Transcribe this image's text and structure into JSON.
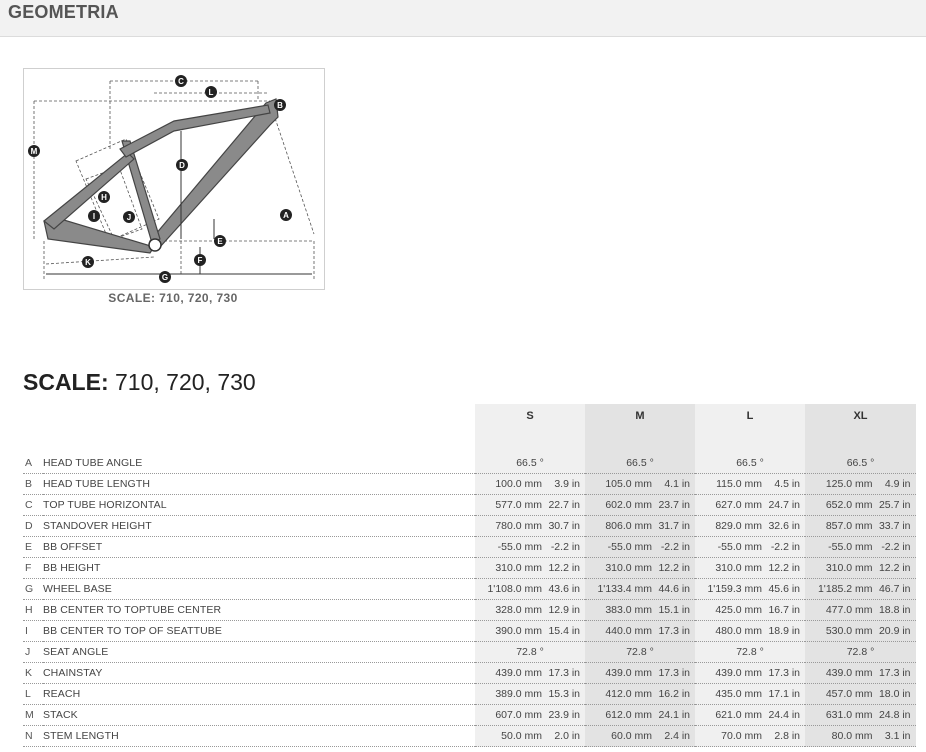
{
  "header": {
    "title": "GEOMETRIA"
  },
  "diagram": {
    "caption": "SCALE: 710, 720, 730",
    "markers": [
      "A",
      "B",
      "C",
      "D",
      "E",
      "F",
      "G",
      "H",
      "I",
      "J",
      "K",
      "L",
      "M"
    ]
  },
  "model": {
    "brand": "SCALE:",
    "variants": " 710, 720, 730"
  },
  "table": {
    "sizes": [
      "S",
      "M",
      "L",
      "XL"
    ],
    "rows": [
      {
        "letter": "A",
        "label": "HEAD TUBE ANGLE",
        "single": true,
        "values": [
          "66.5 °",
          "66.5 °",
          "66.5 °",
          "66.5 °"
        ]
      },
      {
        "letter": "B",
        "label": "HEAD TUBE LENGTH",
        "values": [
          [
            "100.0 mm",
            "3.9 in"
          ],
          [
            "105.0 mm",
            "4.1 in"
          ],
          [
            "115.0 mm",
            "4.5 in"
          ],
          [
            "125.0 mm",
            "4.9 in"
          ]
        ]
      },
      {
        "letter": "C",
        "label": "TOP TUBE HORIZONTAL",
        "values": [
          [
            "577.0 mm",
            "22.7 in"
          ],
          [
            "602.0 mm",
            "23.7 in"
          ],
          [
            "627.0 mm",
            "24.7 in"
          ],
          [
            "652.0 mm",
            "25.7 in"
          ]
        ]
      },
      {
        "letter": "D",
        "label": "STANDOVER HEIGHT",
        "values": [
          [
            "780.0 mm",
            "30.7 in"
          ],
          [
            "806.0 mm",
            "31.7 in"
          ],
          [
            "829.0 mm",
            "32.6 in"
          ],
          [
            "857.0 mm",
            "33.7 in"
          ]
        ]
      },
      {
        "letter": "E",
        "label": "BB OFFSET",
        "values": [
          [
            "-55.0 mm",
            "-2.2 in"
          ],
          [
            "-55.0 mm",
            "-2.2 in"
          ],
          [
            "-55.0 mm",
            "-2.2 in"
          ],
          [
            "-55.0 mm",
            "-2.2 in"
          ]
        ]
      },
      {
        "letter": "F",
        "label": "BB HEIGHT",
        "values": [
          [
            "310.0 mm",
            "12.2 in"
          ],
          [
            "310.0 mm",
            "12.2 in"
          ],
          [
            "310.0 mm",
            "12.2 in"
          ],
          [
            "310.0 mm",
            "12.2 in"
          ]
        ]
      },
      {
        "letter": "G",
        "label": "WHEEL BASE",
        "values": [
          [
            "1'108.0 mm",
            "43.6 in"
          ],
          [
            "1'133.4 mm",
            "44.6 in"
          ],
          [
            "1'159.3 mm",
            "45.6 in"
          ],
          [
            "1'185.2 mm",
            "46.7 in"
          ]
        ]
      },
      {
        "letter": "H",
        "label": "BB CENTER TO TOPTUBE CENTER",
        "values": [
          [
            "328.0 mm",
            "12.9 in"
          ],
          [
            "383.0 mm",
            "15.1 in"
          ],
          [
            "425.0 mm",
            "16.7 in"
          ],
          [
            "477.0 mm",
            "18.8 in"
          ]
        ]
      },
      {
        "letter": "I",
        "label": "BB CENTER TO TOP OF SEATTUBE",
        "values": [
          [
            "390.0 mm",
            "15.4 in"
          ],
          [
            "440.0 mm",
            "17.3 in"
          ],
          [
            "480.0 mm",
            "18.9 in"
          ],
          [
            "530.0 mm",
            "20.9 in"
          ]
        ]
      },
      {
        "letter": "J",
        "label": "SEAT ANGLE",
        "single": true,
        "values": [
          "72.8 °",
          "72.8 °",
          "72.8 °",
          "72.8 °"
        ]
      },
      {
        "letter": "K",
        "label": "CHAINSTAY",
        "values": [
          [
            "439.0 mm",
            "17.3 in"
          ],
          [
            "439.0 mm",
            "17.3 in"
          ],
          [
            "439.0 mm",
            "17.3 in"
          ],
          [
            "439.0 mm",
            "17.3 in"
          ]
        ]
      },
      {
        "letter": "L",
        "label": "REACH",
        "values": [
          [
            "389.0 mm",
            "15.3 in"
          ],
          [
            "412.0 mm",
            "16.2 in"
          ],
          [
            "435.0 mm",
            "17.1 in"
          ],
          [
            "457.0 mm",
            "18.0 in"
          ]
        ]
      },
      {
        "letter": "M",
        "label": "STACK",
        "values": [
          [
            "607.0 mm",
            "23.9 in"
          ],
          [
            "612.0 mm",
            "24.1 in"
          ],
          [
            "621.0 mm",
            "24.4 in"
          ],
          [
            "631.0 mm",
            "24.8 in"
          ]
        ]
      },
      {
        "letter": "N",
        "label": "STEM LENGTH",
        "values": [
          [
            "50.0 mm",
            "2.0 in"
          ],
          [
            "60.0 mm",
            "2.4 in"
          ],
          [
            "70.0 mm",
            "2.8 in"
          ],
          [
            "80.0 mm",
            "3.1 in"
          ]
        ]
      }
    ]
  }
}
